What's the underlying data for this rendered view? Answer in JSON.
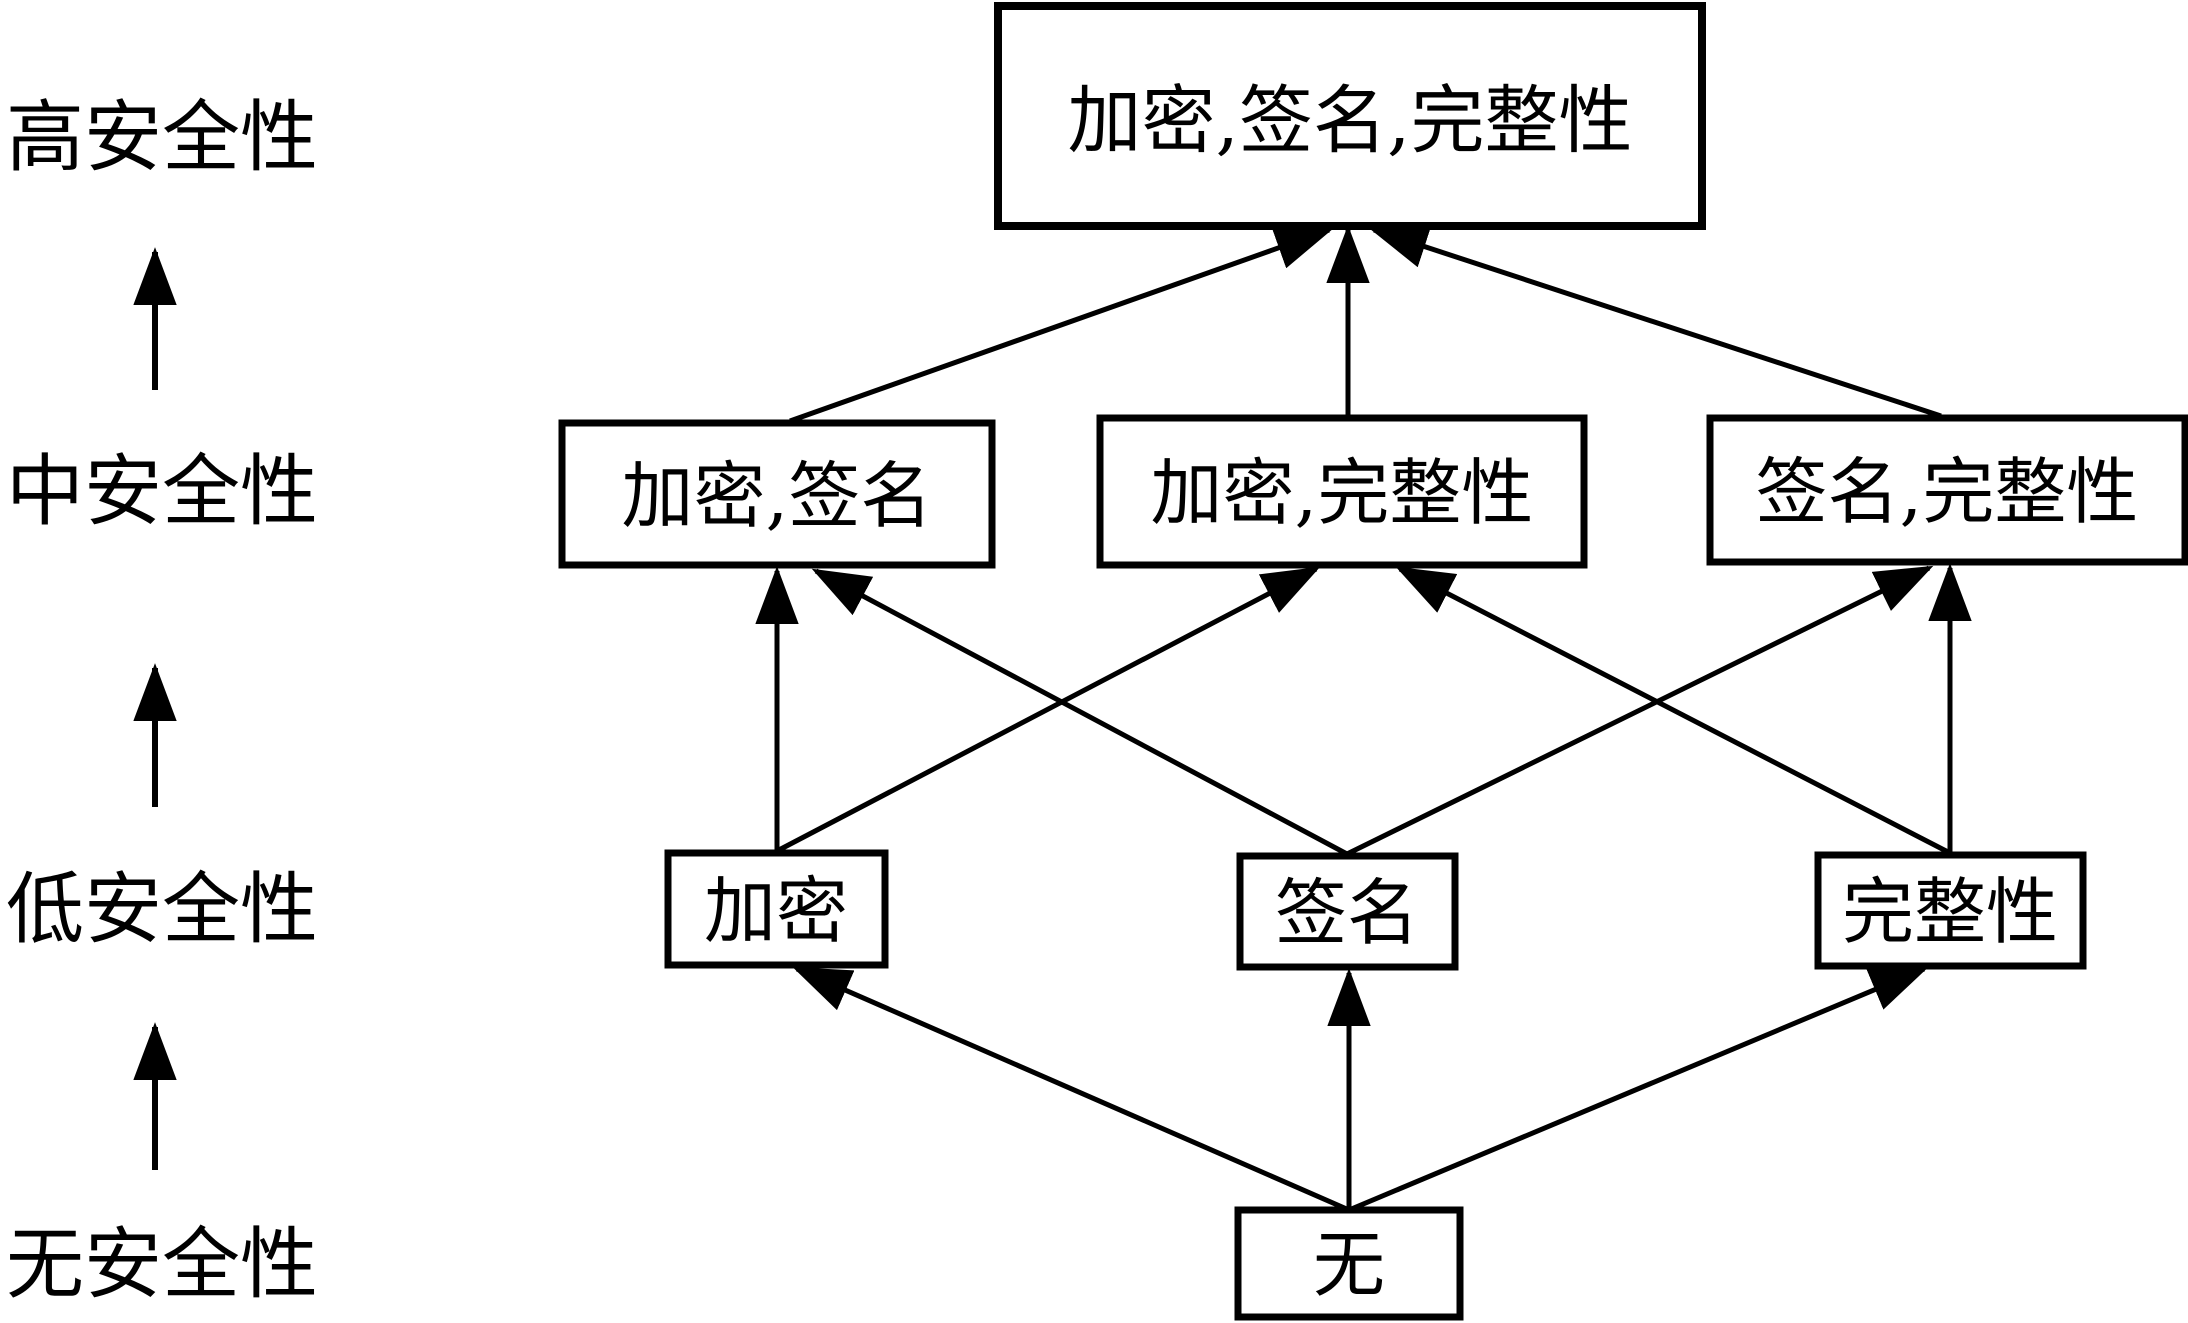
{
  "diagram": {
    "side_labels": [
      {
        "label": "高安全性"
      },
      {
        "label": "中安全性"
      },
      {
        "label": "低安全性"
      },
      {
        "label": "无安全性"
      }
    ],
    "nodes": [
      {
        "id": "top",
        "label": "加密,签名,完整性"
      },
      {
        "id": "mid-left",
        "label": "加密,签名"
      },
      {
        "id": "mid-center",
        "label": "加密,完整性"
      },
      {
        "id": "mid-right",
        "label": "签名,完整性"
      },
      {
        "id": "low-left",
        "label": "加密"
      },
      {
        "id": "low-center",
        "label": "签名"
      },
      {
        "id": "low-right",
        "label": "完整性"
      },
      {
        "id": "bottom",
        "label": "无"
      }
    ],
    "edges": [
      {
        "from": "无",
        "to": "加密"
      },
      {
        "from": "无",
        "to": "签名"
      },
      {
        "from": "无",
        "to": "完整性"
      },
      {
        "from": "加密",
        "to": "加密,签名"
      },
      {
        "from": "加密",
        "to": "加密,完整性"
      },
      {
        "from": "签名",
        "to": "加密,签名"
      },
      {
        "from": "签名",
        "to": "签名,完整性"
      },
      {
        "from": "完整性",
        "to": "加密,完整性"
      },
      {
        "from": "完整性",
        "to": "签名,完整性"
      },
      {
        "from": "加密,签名",
        "to": "加密,签名,完整性"
      },
      {
        "from": "加密,完整性",
        "to": "加密,签名,完整性"
      },
      {
        "from": "签名,完整性",
        "to": "加密,签名,完整性"
      }
    ],
    "colors": {
      "foreground": "#000000",
      "background": "#ffffff"
    }
  }
}
